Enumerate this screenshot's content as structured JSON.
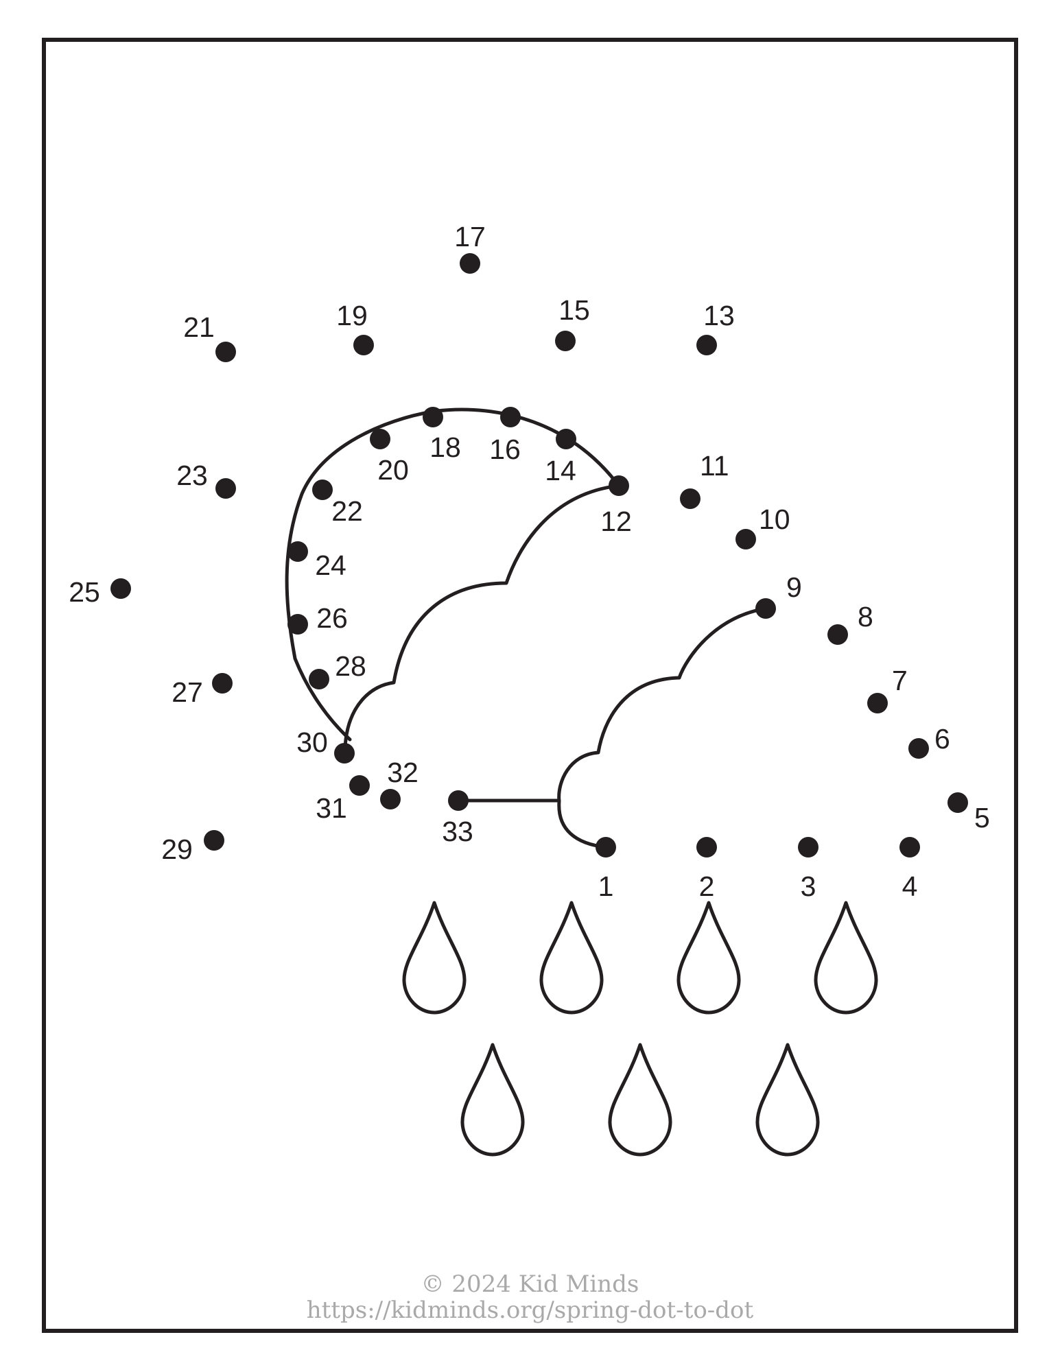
{
  "labels": [
    "1",
    "2",
    "3",
    "4",
    "5",
    "6",
    "7",
    "8",
    "9",
    "10",
    "11",
    "12",
    "13",
    "14",
    "15",
    "16",
    "17",
    "18",
    "19",
    "20",
    "21",
    "22",
    "23",
    "24",
    "25",
    "26",
    "27",
    "28",
    "29",
    "30",
    "31",
    "32",
    "33"
  ],
  "footer": {
    "copyright": "© 2024 Kid Minds",
    "url": "https://kidminds.org/spring-dot-to-dot"
  },
  "colors": {
    "ink": "#231f20",
    "footer_text": "#a9a9a9"
  }
}
